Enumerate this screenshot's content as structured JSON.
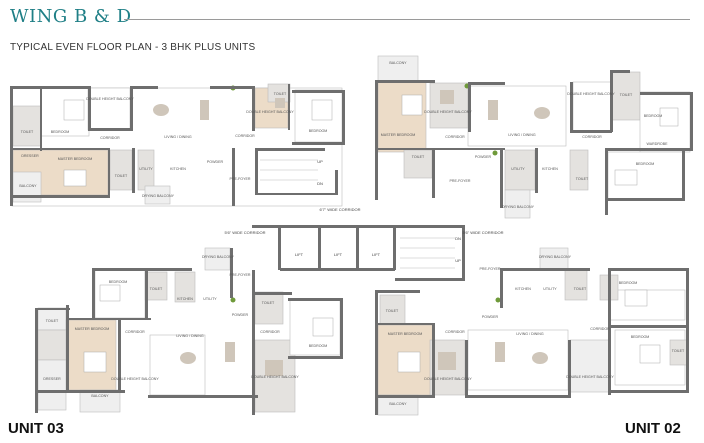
{
  "header": {
    "title": "WING B & D",
    "subtitle": "TYPICAL EVEN FLOOR PLAN - 3 BHK PLUS UNITS"
  },
  "units": {
    "left_label": "UNIT 03",
    "right_label": "UNIT 02"
  },
  "core": {
    "main_corridor": "6'7\" WIDE CORRIDOR",
    "left_corridor": "5'6\" WIDE CORRIDOR",
    "right_corridor": "5'6\" WIDE CORRIDOR",
    "lift": "LIFT",
    "up": "UP",
    "dn": "DN"
  },
  "rooms": {
    "master_bedroom": "MASTER BEDROOM",
    "bedroom": "BEDROOM",
    "toilet": "TOILET",
    "dresser": "DRESSER",
    "balcony": "BALCONY",
    "double_height_balcony": "DOUBLE HEIGHT BALCONY",
    "corridor": "CORRIDOR",
    "living_dining": "LIVING / DINING",
    "utility": "UTILITY",
    "kitchen": "KITCHEN",
    "powder": "POWDER",
    "pre_foyer": "PRE-FOYER",
    "drying_balcony": "DRYING BALCONY",
    "wardrobe": "WARDROBE"
  },
  "colors": {
    "title": "#1f7f86",
    "wall": "#6e6e6e",
    "wood_floor": "#ecdcc8"
  }
}
